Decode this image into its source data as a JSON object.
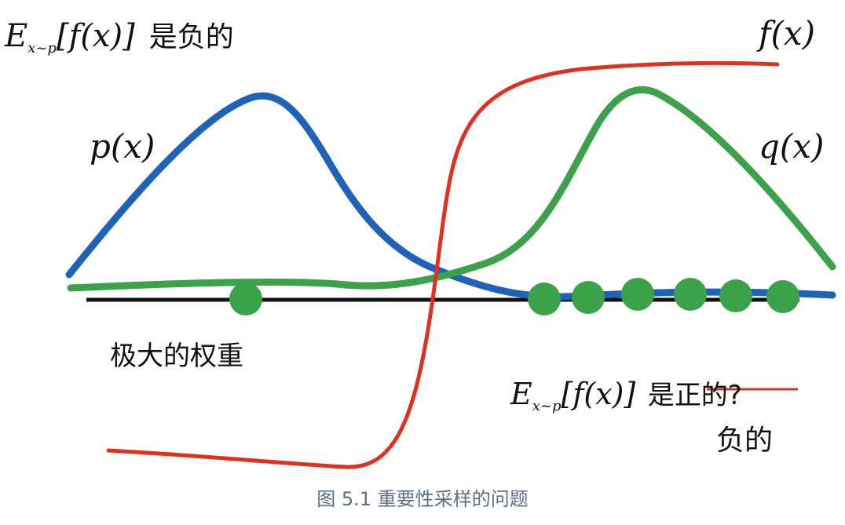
{
  "labels": {
    "top_left_expectation": "E",
    "top_left_sub": "x~p",
    "top_left_bracket": "[f(x)]",
    "top_left_text": "是负的",
    "f_label": "f(x)",
    "p_label": "p(x)",
    "q_label": "q(x)",
    "big_weight": "极大的权重",
    "bottom_expectation": "E",
    "bottom_sub": "x~p",
    "bottom_bracket": "[f(x)]",
    "bottom_is": "是",
    "bottom_struck": "正的?",
    "bottom_corrected": "负的"
  },
  "caption": "图 5.1 重要性采样的问题",
  "colors": {
    "p_curve": "#1f63b8",
    "q_curve": "#3ba24a",
    "f_curve": "#e0301e",
    "axis": "#111111",
    "dots": "#3ba24a",
    "strike": "#c0392b",
    "caption": "#5b6f86"
  }
}
